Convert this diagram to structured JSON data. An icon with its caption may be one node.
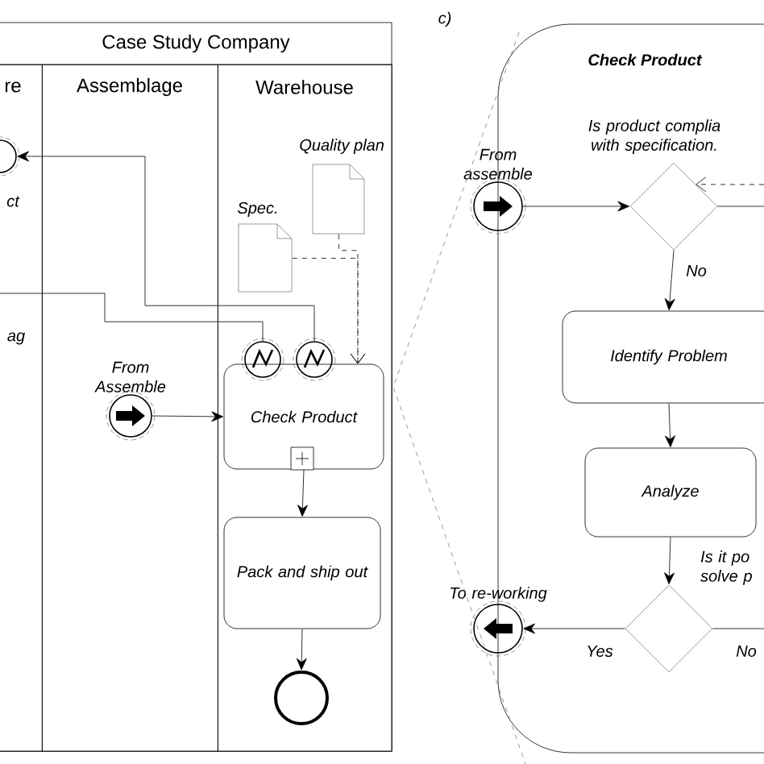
{
  "diagram": {
    "nodes": [
      {
        "text": [
          "Case Study Company"
        ]
      },
      {
        "text": [
          "re"
        ],
        "in": 0
      },
      {
        "text": [
          "Assemblage"
        ],
        "in": 0
      },
      {
        "text": [
          "Warehouse"
        ],
        "in": 0
      },
      {
        "text": [],
        "shape": "circle",
        "beside": [
          "ct"
        ],
        "in": 1
      },
      {
        "text": [
          "Quality plan"
        ],
        "in": 3
      },
      {
        "text": [
          "Spec."
        ],
        "in": 3
      },
      {
        "text": [],
        "shape": "circle",
        "in": 3
      },
      {
        "text": [],
        "shape": "circle",
        "in": 3
      },
      {
        "text": [
          "From Assemble"
        ],
        "in": 2
      },
      {
        "text": [
          "Check Product"
        ],
        "in": 3
      },
      {
        "text": [
          "Pack and ship out"
        ],
        "in": 3
      },
      {
        "text": [],
        "shape": "circle",
        "in": 3
      },
      {
        "text": [
          "Check Product"
        ]
      },
      {
        "text": [
          "From assemble"
        ],
        "in": 13
      },
      {
        "text": [],
        "shape": "diamond",
        "beside": [
          "Is product complia with specification."
        ],
        "in": 13
      },
      {
        "text": [
          "Identify Problem"
        ],
        "in": 13
      },
      {
        "text": [
          "Analyze"
        ],
        "in": 13
      },
      {
        "text": [],
        "shape": "diamond",
        "beside": [
          "Is it po solve p"
        ],
        "in": 13
      },
      {
        "text": [
          "To re-working"
        ],
        "in": 13
      }
    ],
    "edges": [
      {
        "from": 8,
        "to": 4,
        "arrow": "to"
      },
      {
        "from": 7,
        "to": 1,
        "arrow": "none"
      },
      {
        "from": 5,
        "to": 10,
        "arrow": "to",
        "style": "dashed"
      },
      {
        "from": 6,
        "to": 10,
        "arrow": "to",
        "style": "dashed"
      },
      {
        "from": 9,
        "to": 10,
        "arrow": "to"
      },
      {
        "from": 10,
        "to": 11,
        "arrow": "to"
      },
      {
        "from": 11,
        "to": 12,
        "arrow": "to"
      },
      {
        "from": 14,
        "to": 15,
        "arrow": "to"
      },
      {
        "from": null,
        "to": 15,
        "arrow": "to",
        "style": "dashed"
      },
      {
        "from": 15,
        "to": null,
        "arrow": "none"
      },
      {
        "from": 15,
        "to": 16,
        "arrow": "to",
        "label": "No"
      },
      {
        "from": 16,
        "to": 17,
        "arrow": "to"
      },
      {
        "from": 17,
        "to": 18,
        "arrow": "to"
      },
      {
        "from": 18,
        "to": 19,
        "arrow": "to",
        "label": "Yes"
      },
      {
        "from": 18,
        "to": null,
        "arrow": "none",
        "label": "No"
      }
    ],
    "labels": [
      "ag",
      "c)"
    ]
  }
}
